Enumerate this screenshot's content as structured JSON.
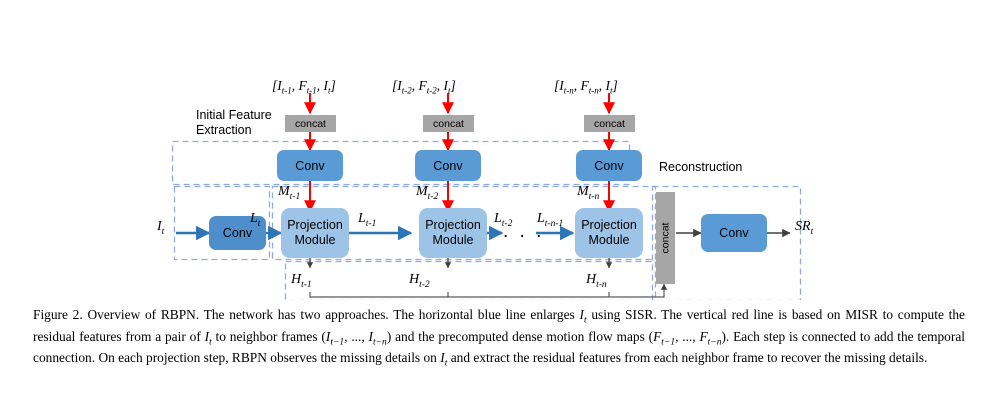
{
  "figure": {
    "title_text": "Overview of RBPN",
    "group_labels": {
      "initial_feature_extraction": "Initial Feature\nExtraction",
      "initial_feature_extraction_line1": "Initial Feature",
      "initial_feature_extraction_line2": "Extraction",
      "reconstruction": "Reconstruction"
    },
    "inputs": {
      "left_input": "I",
      "left_input_sub": "t",
      "brackets": [
        {
          "full": "[I_{t-1}, F_{t-1}, I_t]",
          "parts": [
            "[I",
            "t-1",
            ", F",
            "t-1",
            ", I",
            "t",
            "]"
          ]
        },
        {
          "full": "[I_{t-2}, F_{t-2}, I_t]",
          "parts": [
            "[I",
            "t-2",
            ", F",
            "t-2",
            ", I",
            "t",
            "]"
          ]
        },
        {
          "full": "[I_{t-n}, F_{t-n}, I_t]",
          "parts": [
            "[I",
            "t-n",
            ", F",
            "t-n",
            ", I",
            "t",
            "]"
          ]
        }
      ]
    },
    "nodes": {
      "concat_label": "concat",
      "conv_label": "Conv",
      "projection_label_line1": "Projection",
      "projection_label_line2": "Module",
      "concat_vertical_label": "concat"
    },
    "edge_labels": {
      "L_t": {
        "base": "L",
        "sub": "t"
      },
      "L_t1": {
        "base": "L",
        "sub": "t-1"
      },
      "L_t2": {
        "base": "L",
        "sub": "t-2"
      },
      "L_tn1": {
        "base": "L",
        "sub": "t-n-1"
      },
      "M_t1": {
        "base": "M",
        "sub": "t-1"
      },
      "M_t2": {
        "base": "M",
        "sub": "t-2"
      },
      "M_tn": {
        "base": "M",
        "sub": "t-n"
      },
      "H_t1": {
        "base": "H",
        "sub": "t-1"
      },
      "H_t2": {
        "base": "H",
        "sub": "t-2"
      },
      "H_tn": {
        "base": "H",
        "sub": "t-n"
      },
      "SR_t": {
        "base": "SR",
        "sub": "t"
      }
    },
    "ellipsis": ". . .",
    "colors": {
      "conv_blue": "#5B9BD5",
      "conv_left_blue": "#4E8FCB",
      "projection_blue": "#9DC3E6",
      "concat_gray": "#A6A6A6",
      "red_arrow": "#FF0000",
      "blue_arrow": "#2E75B6",
      "dashed_border": "#8FAADC",
      "black_arrow": "#404040"
    }
  },
  "caption": {
    "label": "Figure 2.",
    "text_runs": [
      "Figure 2. Overview of RBPN. The network has two approaches. The horizontal blue line enlarges ",
      "I",
      "t",
      " using SISR. The vertical red line is based on MISR to compute the residual features from a pair of ",
      "I",
      "t",
      " to neighbor frames (",
      "I",
      "t−1",
      ", ..., ",
      "I",
      "t−n",
      ") and the precomputed dense motion flow maps (",
      "F",
      "t−1",
      ", ..., ",
      "F",
      "t−n",
      "). Each step is connected to add the temporal connection. On each projection step, RBPN observes the missing details on ",
      "I",
      "t",
      " and extract the residual features from each neighbor frame to recover the missing details."
    ],
    "plain": "Figure 2. Overview of RBPN. The network has two approaches. The horizontal blue line enlarges It using SISR. The vertical red line is based on MISR to compute the residual features from a pair of It to neighbor frames (It−1, ..., It−n) and the precomputed dense motion flow maps (Ft−1, ..., Ft−n). Each step is connected to add the temporal connection. On each projection step, RBPN observes the missing details on It and extract the residual features from each neighbor frame to recover the missing details."
  }
}
